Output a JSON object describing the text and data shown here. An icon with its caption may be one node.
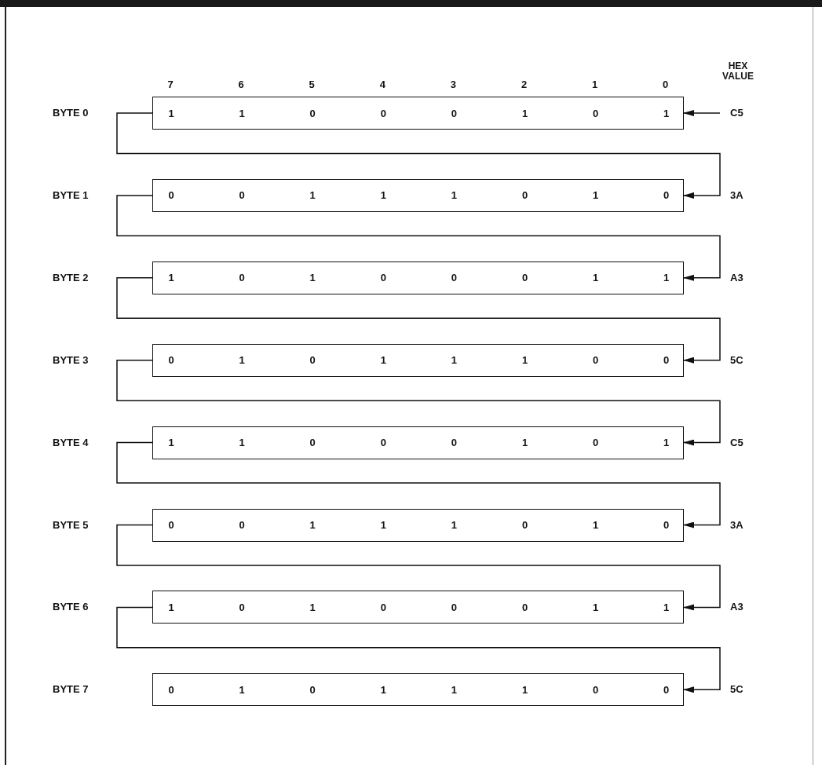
{
  "diagram": {
    "nodes": [
      {
        "text": [
          "1",
          "1",
          "0",
          "0",
          "0",
          "1",
          "0",
          "1"
        ]
      },
      {
        "text": [
          "C5"
        ]
      },
      {
        "text": [
          "0",
          "0",
          "1",
          "1",
          "1",
          "0",
          "1",
          "0"
        ]
      },
      {
        "text": [
          "1",
          "0",
          "1",
          "0",
          "0",
          "0",
          "1",
          "1"
        ]
      },
      {
        "text": [
          "0",
          "1",
          "0",
          "1",
          "1",
          "1",
          "0",
          "0"
        ]
      },
      {
        "text": [
          "1",
          "1",
          "0",
          "0",
          "0",
          "1",
          "0",
          "1"
        ]
      },
      {
        "text": [
          "0",
          "0",
          "1",
          "1",
          "1",
          "0",
          "1",
          "0"
        ]
      },
      {
        "text": [
          "1",
          "0",
          "1",
          "0",
          "0",
          "0",
          "1",
          "1"
        ]
      },
      {
        "text": [
          "0",
          "1",
          "0",
          "1",
          "1",
          "1",
          "0",
          "0"
        ]
      }
    ],
    "edges": [
      {
        "from": 1,
        "to": 0,
        "arrow": "to"
      },
      {
        "from": 0,
        "to": 2,
        "arrow": "to"
      },
      {
        "from": 2,
        "to": 3,
        "arrow": "to"
      },
      {
        "from": 3,
        "to": 4,
        "arrow": "to"
      },
      {
        "from": 4,
        "to": 5,
        "arrow": "to"
      },
      {
        "from": 5,
        "to": 6,
        "arrow": "to"
      },
      {
        "from": 6,
        "to": 7,
        "arrow": "to"
      },
      {
        "from": 7,
        "to": 8,
        "arrow": "to"
      }
    ],
    "labels": [
      "HEX VALUE",
      "7",
      "6",
      "5",
      "4",
      "3",
      "2",
      "1",
      "0",
      "BYTE 0",
      "BYTE 1",
      "3A",
      "BYTE 2",
      "A3",
      "BYTE 3",
      "5C",
      "BYTE 4",
      "C5",
      "BYTE 5",
      "3A",
      "BYTE 6",
      "A3",
      "BYTE 7",
      "5C"
    ]
  }
}
